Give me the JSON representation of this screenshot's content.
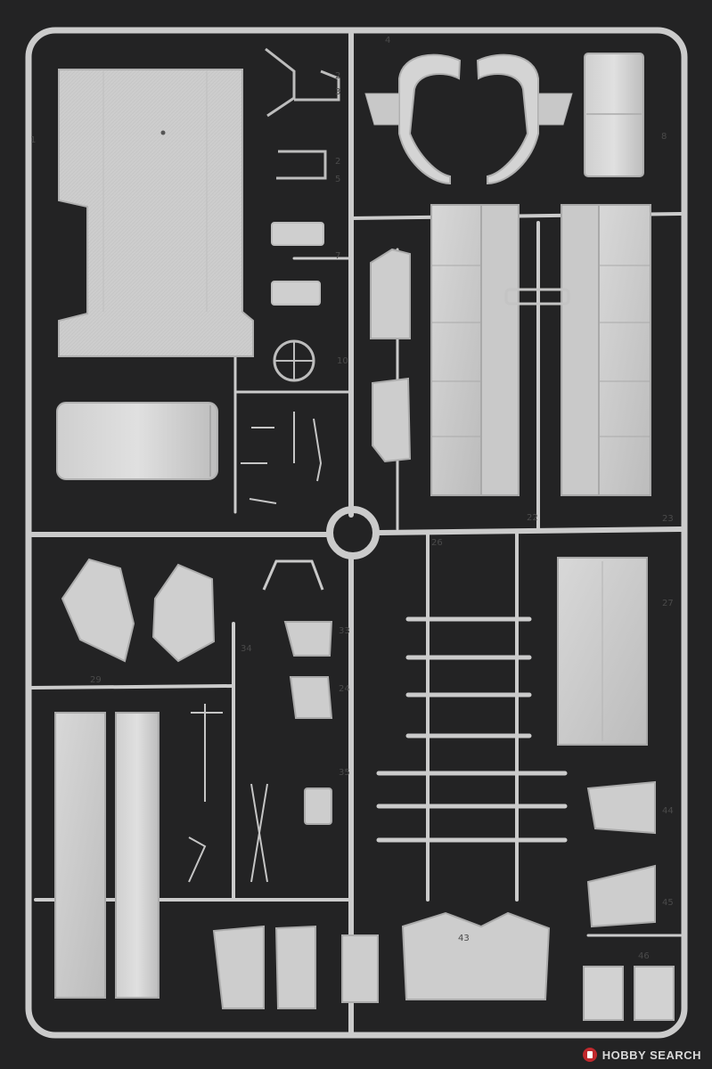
{
  "part_numbers": {
    "n1": "1",
    "n2a": "2",
    "n2b": "2",
    "n3": "3",
    "n4": "4",
    "n5": "5",
    "n7": "7",
    "n8": "8",
    "n10": "10",
    "n22": "22",
    "n23": "23",
    "n24": "24",
    "n26": "26",
    "n27": "27",
    "n29": "29",
    "n33": "33",
    "n34": "34",
    "n35": "35",
    "n43": "43",
    "n44": "44",
    "n45": "45",
    "n46": "46"
  },
  "watermark": {
    "text": "HOBBY SEARCH"
  }
}
